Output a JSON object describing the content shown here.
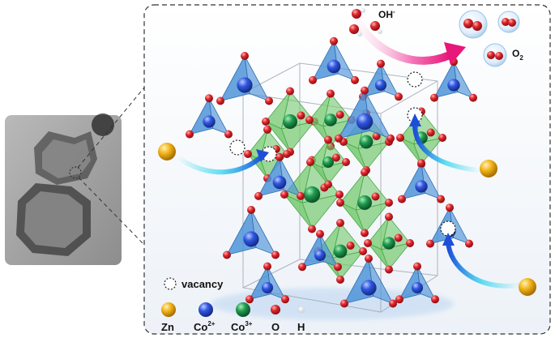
{
  "colors": {
    "zn": "#f2b51c",
    "co2": "#2f56e0",
    "co3": "#1f9a4e",
    "oxygen": "#e0262c",
    "hydrogen": "#ffffff",
    "tetra": "#4f94d8",
    "octa": "#74c96e",
    "arrow_magenta": "#e8177a",
    "arrow_cyan": "#22d3ee"
  },
  "labels": {
    "oh": "OH",
    "oh_sup": "-",
    "o2": "O",
    "o2_sub": "2"
  },
  "legend": {
    "vacancy": "vacancy",
    "zn": "Zn",
    "co2": "Co",
    "co2_sup": "2+",
    "co3": "Co",
    "co3_sup": "3+",
    "o": "O",
    "h": "H"
  }
}
